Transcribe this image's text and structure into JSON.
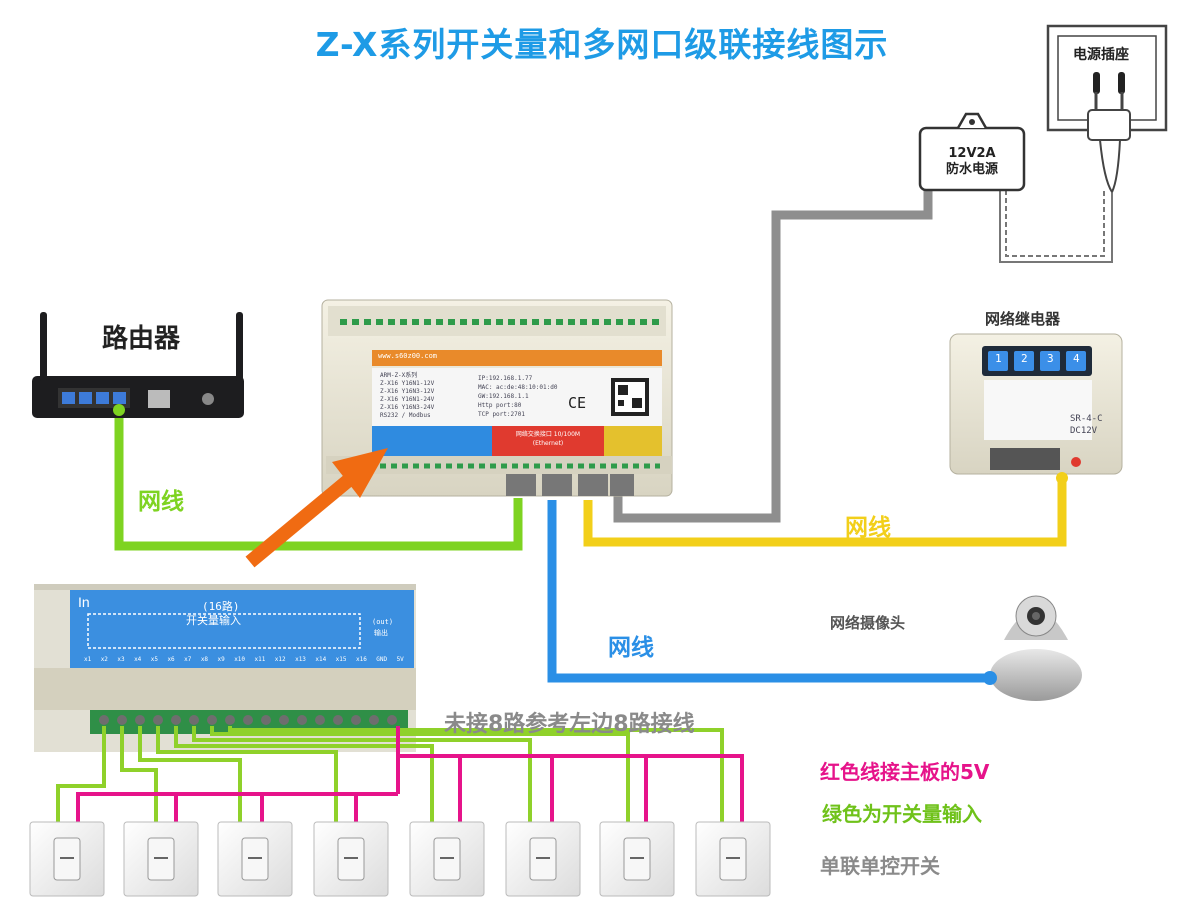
{
  "title": "Z-X系列开关量和多网口级联接线图示",
  "devices": {
    "router": "路由器",
    "network_relay": "网络继电器",
    "camera": "网络摄像头",
    "outlet": "电源插座",
    "psu": {
      "line1": "12V2A",
      "line2": "防水电源"
    },
    "relay_buttons": [
      "1",
      "2",
      "3",
      "4"
    ],
    "relay_code": "SR-4-C",
    "relay_voltage": "DC12V"
  },
  "controller": {
    "models": [
      "ARM-Z-X系列",
      "Z-X16 Y16N1-12V",
      "Z-X16 Y16N3-12V",
      "Z-X16 Y16N1-24V",
      "Z-X16 Y16N3-24V",
      "RS232 / Modbus"
    ],
    "net": [
      "IP:192.168.1.77",
      "MAC: ac:de:48:10:01:d0",
      "GW:192.168.1.1",
      "Http port:80",
      "TCP port:2701"
    ],
    "site": "www.s60z00.com",
    "ce": "CE",
    "ethernet": {
      "line1": "网络交换接口 10/100M",
      "line2": "(Ethernet)"
    }
  },
  "zoom": {
    "in": "In",
    "out": "(out)",
    "out_label": "输出",
    "channels": "(16路)",
    "input": "开关量输入",
    "terminals": [
      "x1",
      "x2",
      "x3",
      "x4",
      "x5",
      "x6",
      "x7",
      "x8",
      "x9",
      "x10",
      "x11",
      "x12",
      "x13",
      "x14",
      "x15",
      "x16",
      "GND",
      "5V"
    ]
  },
  "wire_labels": {
    "green": "网线",
    "yellow": "网线",
    "blue": "网线"
  },
  "notes": {
    "unconnected": "未接8路参考左边8路接线",
    "red": "红色线接主板的5V",
    "green": "绿色为开关量输入",
    "switch": "单联单控开关"
  },
  "colors": {
    "title": "#1e9be6",
    "green_wire": "#7ed321",
    "yellow_wire": "#f2cf1a",
    "blue_wire": "#2a8fe6",
    "gray_wire": "#8e8e8e",
    "pink_wire": "#e6138a",
    "arrow": "#f06b12"
  }
}
